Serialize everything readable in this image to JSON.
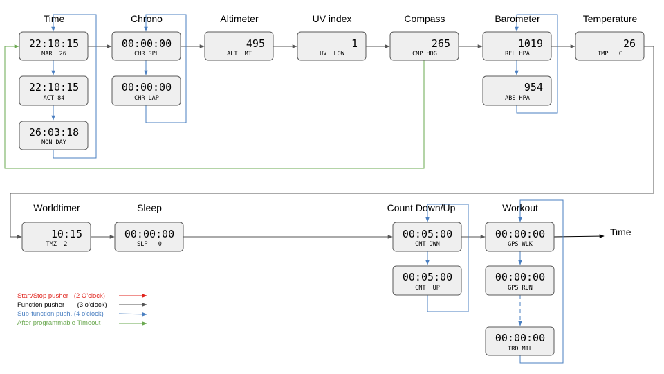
{
  "colors": {
    "start_stop": "#e0231c",
    "function": "#555555",
    "sub_function": "#4a7fc1",
    "timeout": "#6aa84f"
  },
  "modes": {
    "time": {
      "title": "Time",
      "main": {
        "big": "22:10:15",
        "small": "MAR  26"
      },
      "sub1": {
        "big": "22:10:15",
        "small": "ACT 84"
      },
      "sub2": {
        "big": "26:03:18",
        "small": "MON DAY"
      }
    },
    "chrono": {
      "title": "Chrono",
      "main": {
        "big": "00:00:00",
        "small": "CHR SPL"
      },
      "sub1": {
        "big": "00:00:00",
        "small": "CHR LAP"
      }
    },
    "altimeter": {
      "title": "Altimeter",
      "main": {
        "big": "495",
        "small": "ALT  MT"
      }
    },
    "uv_index": {
      "title": "UV index",
      "main": {
        "big": "1",
        "small": "UV  LOW"
      }
    },
    "compass": {
      "title": "Compass",
      "main": {
        "big": "265",
        "small": "CMP HDG"
      }
    },
    "barometer": {
      "title": "Barometer",
      "main": {
        "big": "1019",
        "small": "REL HPA"
      },
      "sub1": {
        "big": "954",
        "small": "ABS HPA"
      }
    },
    "temperature": {
      "title": "Temperature",
      "main": {
        "big": "26",
        "small": "TMP   C"
      }
    },
    "worldtimer": {
      "title": "Worldtimer",
      "main": {
        "big": "10:15",
        "small": "TMZ  2"
      }
    },
    "sleep": {
      "title": "Sleep",
      "main": {
        "big": "00:00:00",
        "small": "SLP   0"
      }
    },
    "countdown": {
      "title": "Count Down/Up",
      "main": {
        "big": "00:05:00",
        "small": "CNT DWN"
      },
      "sub1": {
        "big": "00:05:00",
        "small": "CNT  UP"
      }
    },
    "workout": {
      "title": "Workout",
      "main": {
        "big": "00:00:00",
        "small": "GPS WLK"
      },
      "sub1": {
        "big": "00:00:00",
        "small": "GPS RUN"
      },
      "sub2": {
        "big": "00:00:00",
        "small": "TRD MIL"
      }
    }
  },
  "end_label": "Time",
  "legend": {
    "start_stop": "Start/Stop pusher   (2 O'clock)",
    "function": "Function pusher       (3 o'clock)",
    "sub_function": "Sub-function push. (4 o'clock)",
    "timeout": "After programmable Timeout"
  }
}
